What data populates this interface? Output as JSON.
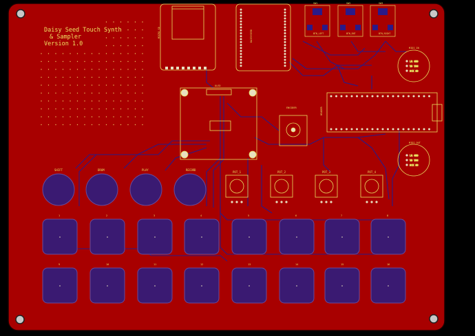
{
  "board": {
    "title_lines": [
      "Daisy Seed Touch Synth",
      "& Sampler",
      "Version 1.0"
    ],
    "colors": {
      "background": "#000000",
      "board": "#a80000",
      "edge": "#1a0000",
      "pad": "#3a1a72",
      "pad_edge": "#6a4a9a",
      "silk": "#e8e060",
      "trace": "#2a1a88",
      "hole": "#c8c8c8"
    }
  },
  "labels": {
    "sd": "MICRO_SD",
    "seed": "DAISYSEED",
    "oled": "OLED",
    "encoder": "ENCODER",
    "header": "HEADER",
    "btns": [
      "SW1",
      "SW2",
      "SW3"
    ],
    "sw_top": [
      "BTN_LEFT",
      "BTN_ENT",
      "BTN_RIGHT"
    ],
    "midi_a": "MIDI_IN",
    "midi_b": "MIDI_OUT",
    "midi_pins_a": [
      "LR",
      "GND",
      "VD",
      "VSS",
      "SCK",
      "SD"
    ],
    "midi_pins_b": [
      "LR",
      "GND",
      "VD",
      "VSS",
      "SCK",
      "SD"
    ],
    "round_buttons": [
      "SHIFT",
      "DRUM",
      "PLAY",
      "RECORD"
    ],
    "pots": [
      "POT_1",
      "POT_2",
      "POT_3",
      "POT_4"
    ],
    "pads_row1": [
      "1",
      "2",
      "3",
      "4",
      "5",
      "6",
      "7",
      "8"
    ],
    "pads_row2": [
      "9",
      "10",
      "11",
      "12",
      "13",
      "14",
      "15",
      "16"
    ]
  }
}
